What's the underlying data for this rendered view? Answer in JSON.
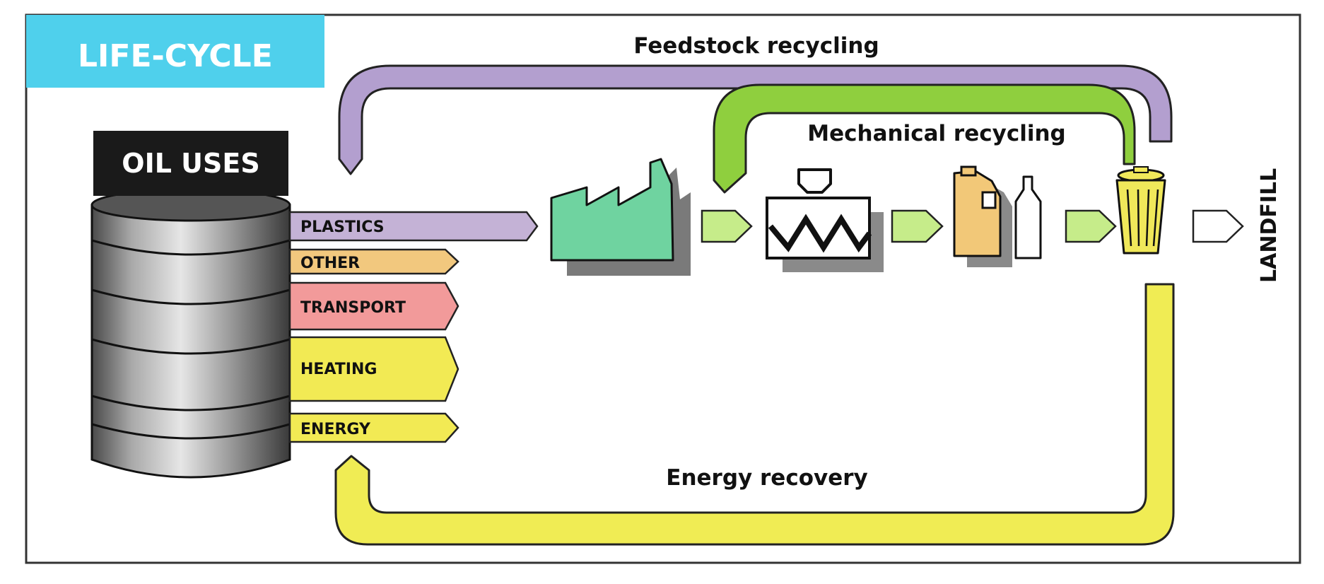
{
  "title": "LIFE-CYCLE",
  "container_label": "OIL USES",
  "uses": [
    {
      "label": "PLASTICS",
      "color": "#c4b2d6"
    },
    {
      "label": "OTHER",
      "color": "#f2c87e"
    },
    {
      "label": "TRANSPORT",
      "color": "#f29a9a"
    },
    {
      "label": "HEATING",
      "color": "#f2ea54"
    },
    {
      "label": "ENERGY",
      "color": "#f2ea54"
    }
  ],
  "loops": {
    "feedstock": "Feedstock recycling",
    "mechanical": "Mechanical recycling",
    "energy": "Energy recovery"
  },
  "landfill": "LANDFILL",
  "colors": {
    "title_bg": "#4fd0ec",
    "feedstock": "#b39fcf",
    "mechanical": "#8fcf3e",
    "energy": "#f0ec54",
    "factory": "#6fd3a0",
    "flow_arrow": "#c6ec8a",
    "jug": "#f2c878",
    "bin": "#f0e85a"
  },
  "icons": [
    "factory-icon",
    "extruder-icon",
    "jug-icon",
    "bottle-icon",
    "trash-bin-icon"
  ]
}
